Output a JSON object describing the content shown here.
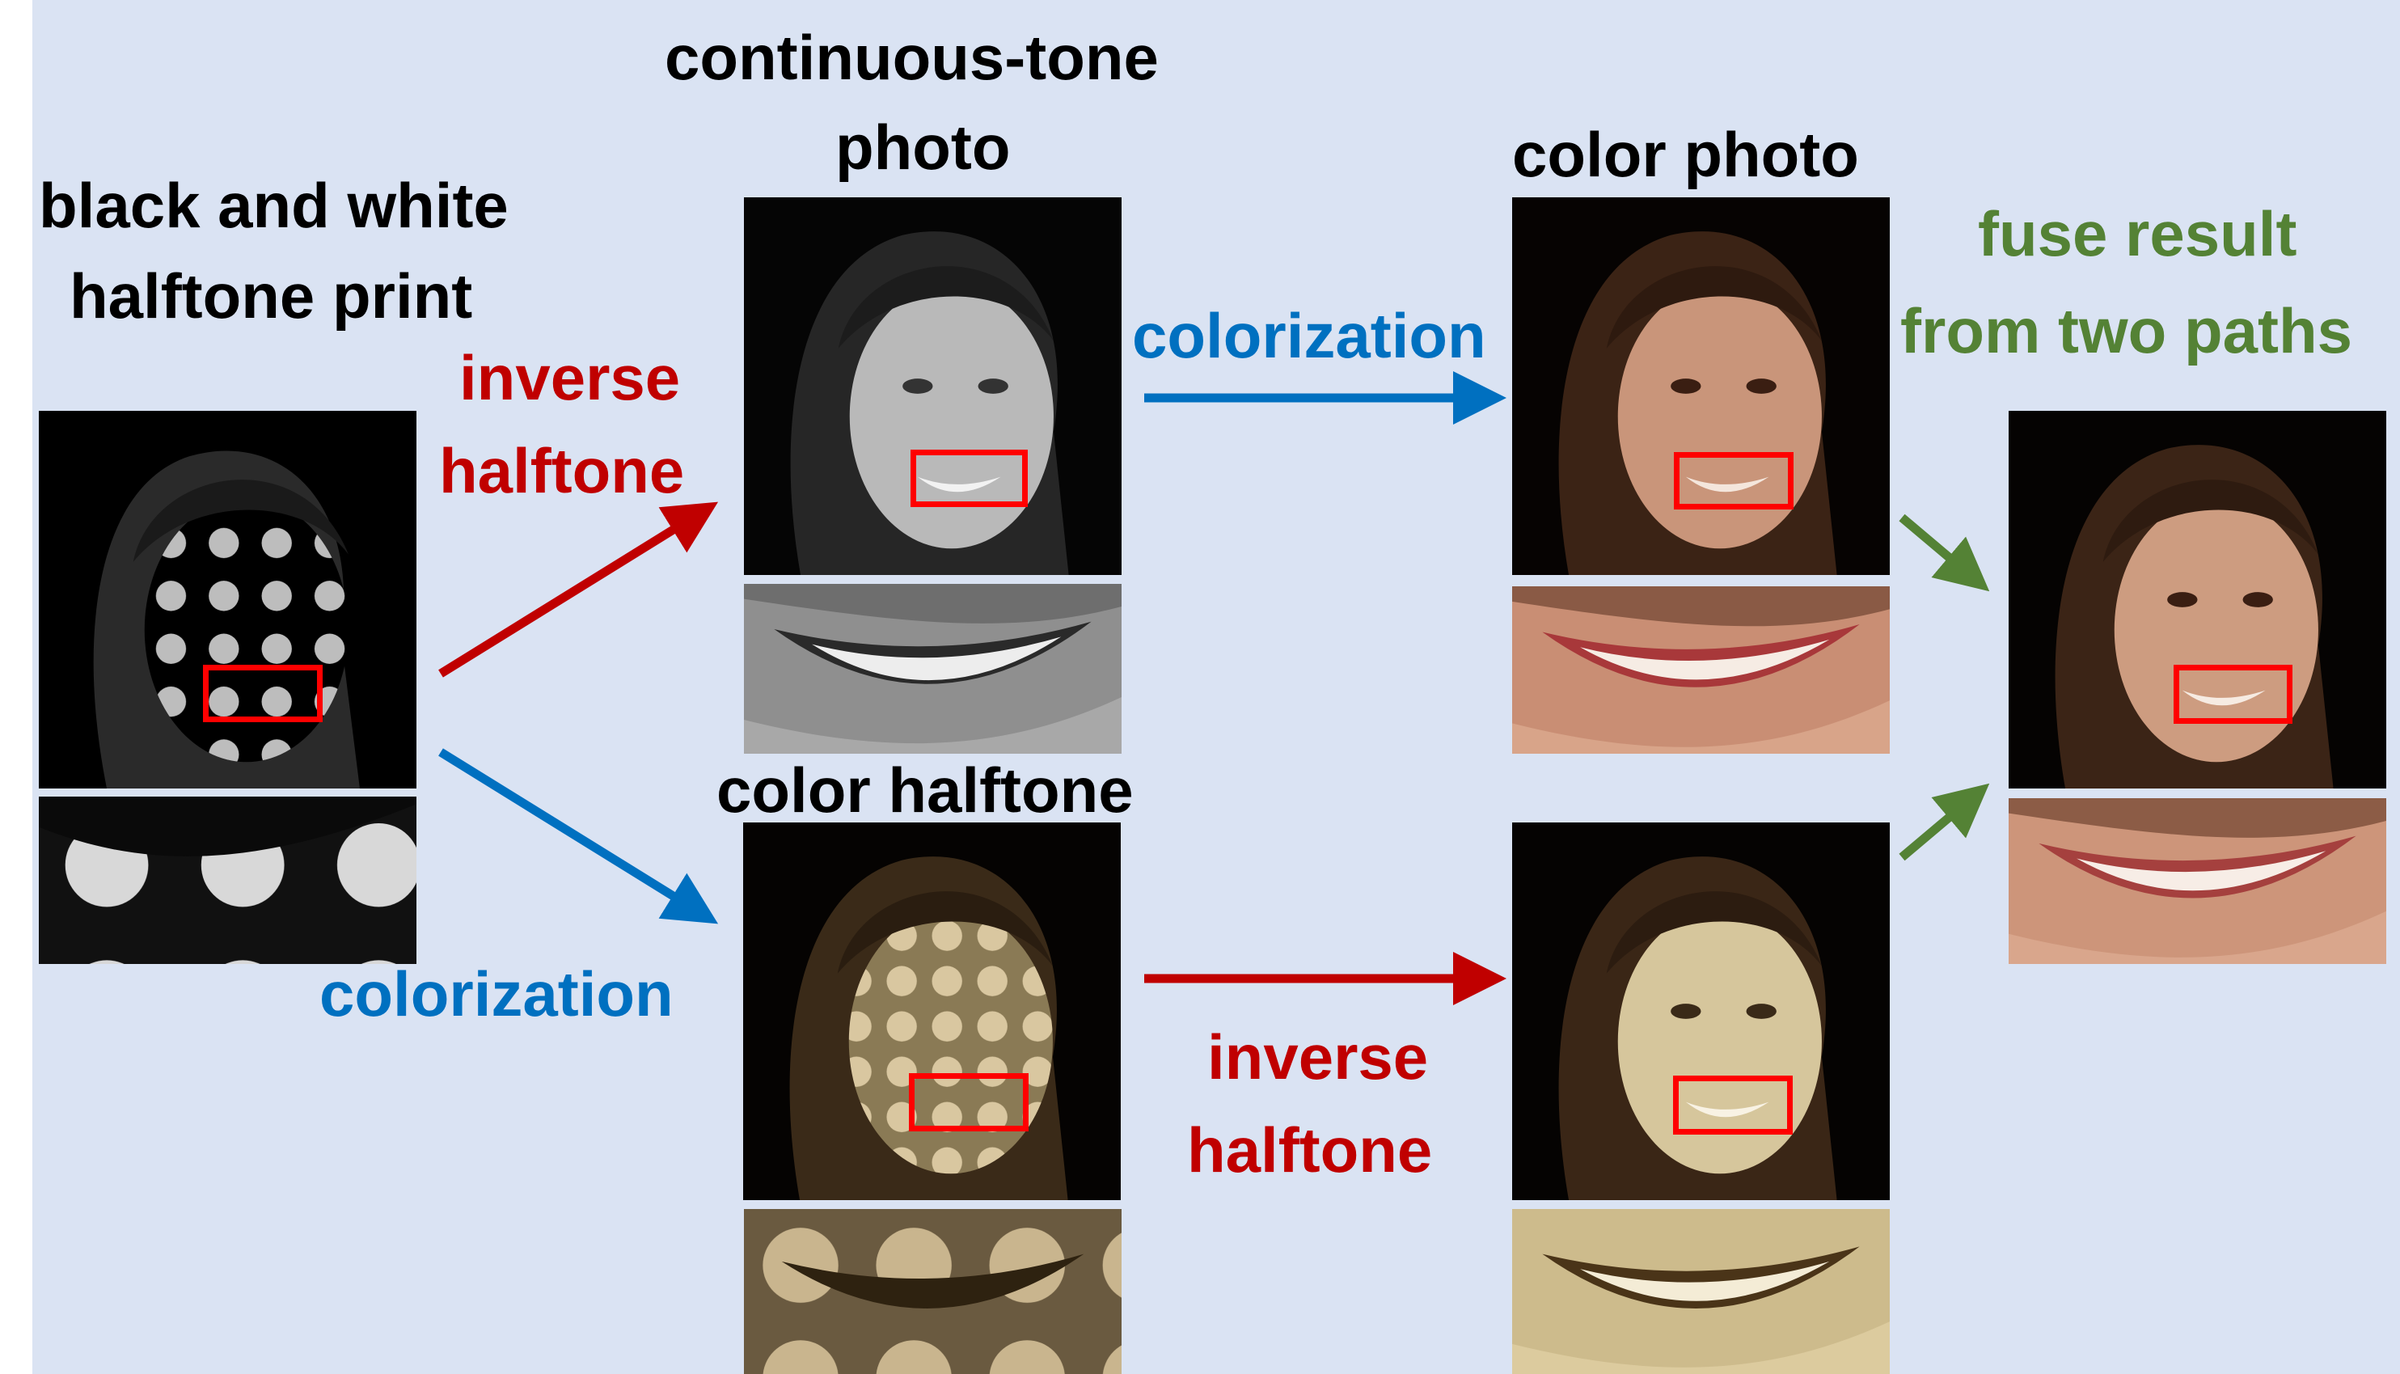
{
  "labels": {
    "bw_line1": "black and white",
    "bw_line2": "halftone print",
    "ct_line1": "continuous-tone",
    "ct_line2": "photo",
    "color_photo": "color photo",
    "fuse_line1": "fuse result",
    "fuse_line2": "from two paths",
    "color_halftone": "color halftone",
    "inv_top_line1": "inverse",
    "inv_top_line2": "halftone",
    "colorization_top": "colorization",
    "colorization_bottom": "colorization",
    "inv_bottom_line1": "inverse",
    "inv_bottom_line2": "halftone"
  },
  "colors": {
    "background": "#dae3f3",
    "inverse_halftone_arrow": "#c00000",
    "colorization_arrow": "#0070c0",
    "fuse_arrow": "#548235",
    "highlight_box": "#ff0000"
  },
  "images": {
    "bw_halftone": "black-and-white halftone portrait",
    "continuous_tone": "grayscale continuous-tone portrait",
    "color_halftone": "color halftone portrait",
    "color_photo_top": "colorized portrait (top path)",
    "color_photo_bottom": "colorized portrait (bottom path)",
    "fused": "fused result portrait"
  }
}
